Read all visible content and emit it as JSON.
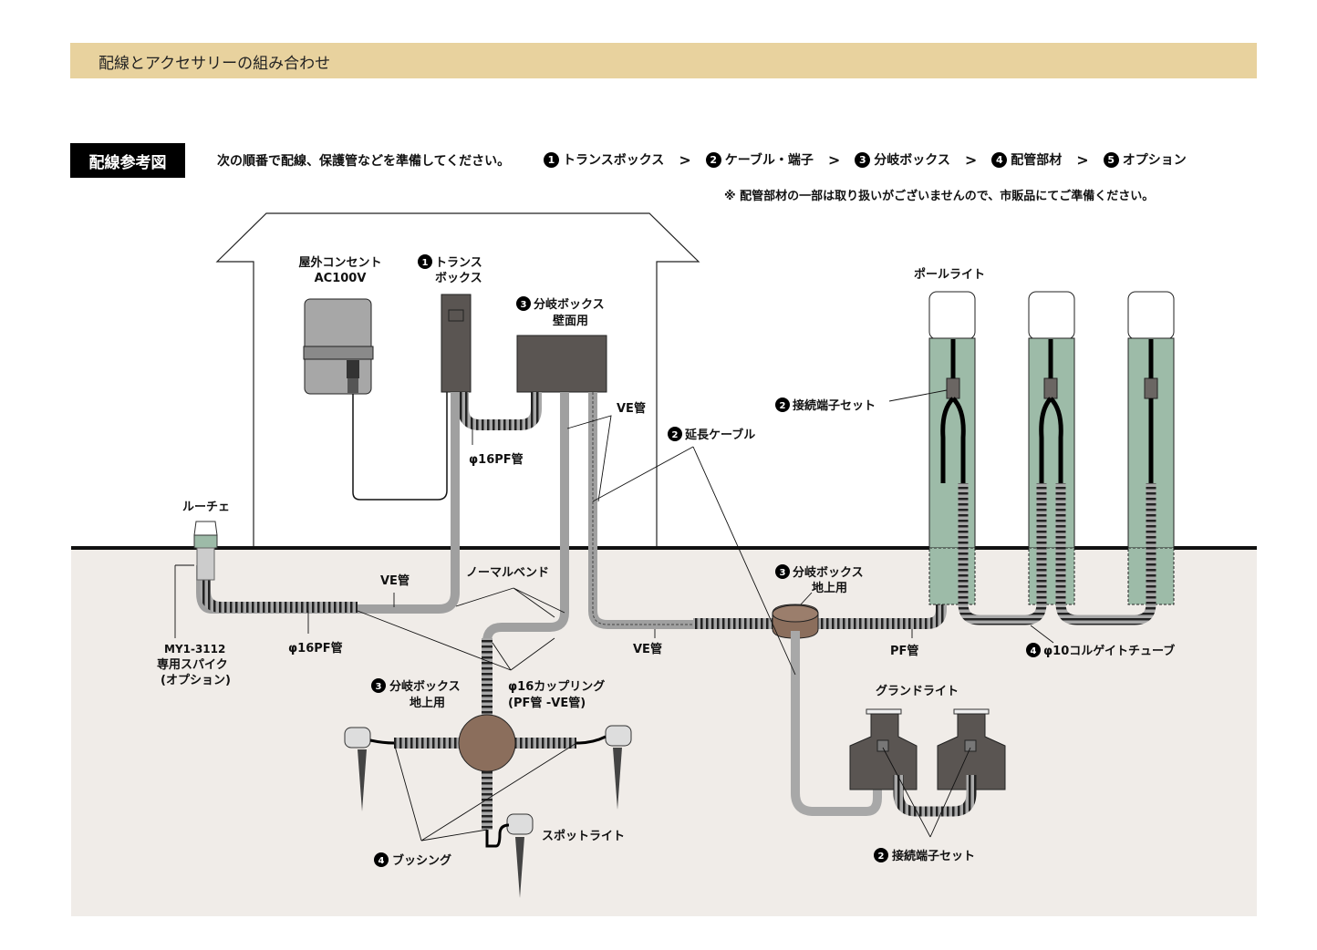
{
  "header": {
    "title": "配線とアクセサリーの組み合わせ"
  },
  "section": {
    "badge": "配線参考図",
    "instruction": "次の順番で配線、保護管などを準備してください。",
    "steps": [
      {
        "num": "1",
        "label": "トランスボックス"
      },
      {
        "num": "2",
        "label": "ケーブル・端子"
      },
      {
        "num": "3",
        "label": "分岐ボックス"
      },
      {
        "num": "4",
        "label": "配管部材"
      },
      {
        "num": "5",
        "label": "オプション"
      }
    ],
    "separator": ">",
    "note": "※ 配管部材の一部は取り扱いがございませんので、市販品にてご準備ください。"
  },
  "colors": {
    "header_bg": "#e8d29e",
    "ground_bg": "#f0ece8",
    "pole_green": "#9dbba8",
    "box_dark": "#5a5552",
    "junction_brown": "#8b6e5c",
    "pipe_gray": "#a0a0a0"
  },
  "labels": {
    "outlet": [
      "屋外コンセント",
      "AC100V"
    ],
    "trans_box": [
      "トランス",
      "ボックス"
    ],
    "trans_box_num": "1",
    "wall_box": [
      "分岐ボックス",
      "壁面用"
    ],
    "wall_box_num": "3",
    "pf16_upper": "φ16PF管",
    "ve_upper": "VE管",
    "ext_cable": "延長ケーブル",
    "ext_cable_num": "2",
    "pole_light": "ポールライト",
    "conn_set_pole": "接続端子セット",
    "conn_set_pole_num": "2",
    "luche": "ルーチェ",
    "spike": [
      "MY1-3112",
      "専用スパイク",
      "(オプション)"
    ],
    "ve_left": "VE管",
    "pf16_left": "φ16PF管",
    "normal_bend": "ノーマルベンド",
    "ve_mid": "VE管",
    "ground_box_right": [
      "分岐ボックス",
      "地上用"
    ],
    "ground_box_right_num": "3",
    "pf_right": "PF管",
    "corrugate": "φ10コルゲイトチューブ",
    "corrugate_num": "4",
    "ground_box_left": [
      "分岐ボックス",
      "地上用"
    ],
    "ground_box_left_num": "3",
    "coupling": [
      "φ16カップリング",
      "(PF管 -VE管)"
    ],
    "spotlight": "スポットライト",
    "bushing": "ブッシング",
    "bushing_num": "4",
    "ground_light": "グランドライト",
    "conn_set_ground": "接続端子セット",
    "conn_set_ground_num": "2"
  }
}
